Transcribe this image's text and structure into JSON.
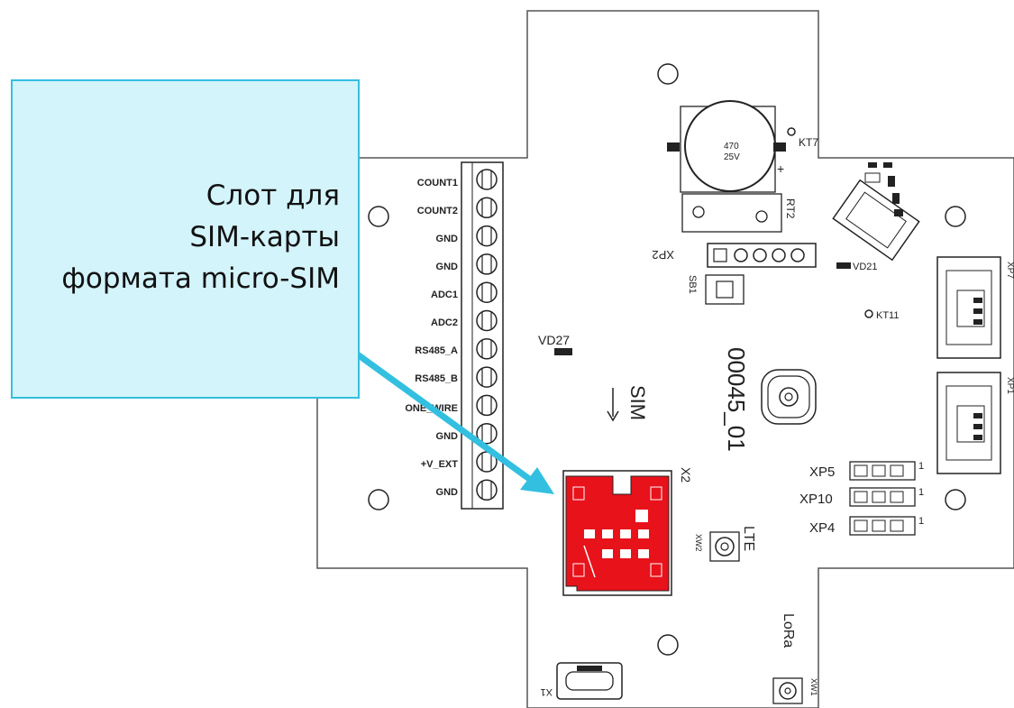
{
  "callout": {
    "lines": [
      "Слот для",
      "SIM-карты",
      "формата micro-SIM"
    ]
  },
  "terminal_labels": [
    "COUNT1",
    "COUNT2",
    "GND",
    "GND",
    "ADC1",
    "ADC2",
    "RS485_A",
    "RS485_B",
    "ONE_WIRE",
    "GND",
    "+V_EXT",
    "GND"
  ],
  "pcb_labels": {
    "capacitor_value": "470",
    "capacitor_voltage": "25V",
    "kt7": "KT7",
    "kt11": "KT11",
    "rt2": "RT2",
    "xp2": "XP2",
    "sb1": "SB1",
    "vd21": "VD21",
    "vd27": "VD27",
    "sim": "SIM",
    "board_id": "00045_01",
    "x2": "X2",
    "lte": "LTE",
    "lora": "LoRa",
    "xp5": "XP5",
    "xp10": "XP10",
    "xp4": "XP4",
    "pin_one": "1",
    "x1": "X1",
    "xw1": "XW1",
    "xw2": "XW2"
  },
  "colors": {
    "callout_fill": "#d3f4fb",
    "callout_border": "#33bfe0",
    "arrow": "#33bfe0",
    "sim_slot": "#e8121b",
    "outline": "#222222"
  }
}
